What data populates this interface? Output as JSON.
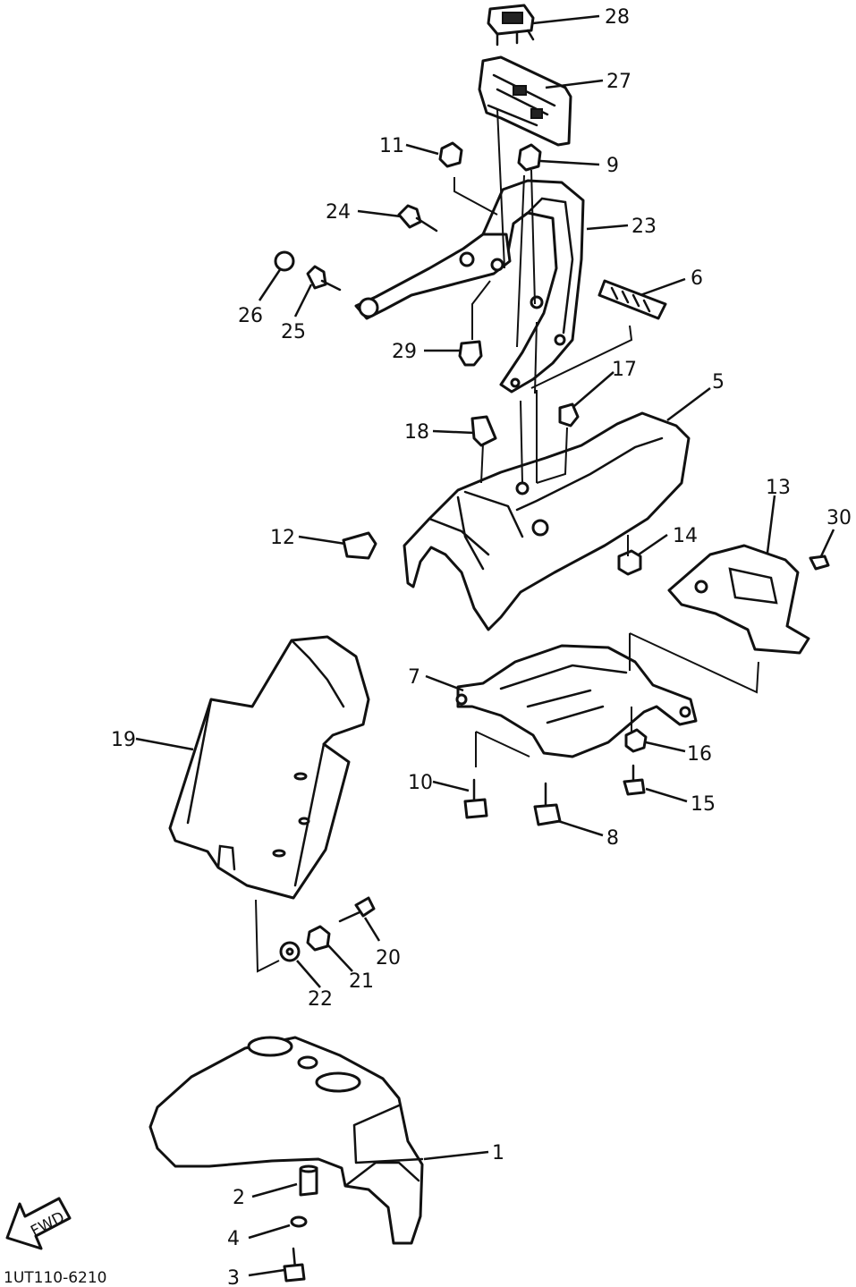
{
  "diagram": {
    "labels": {
      "p1": "1",
      "p2": "2",
      "p3": "3",
      "p4": "4",
      "p5": "5",
      "p6": "6",
      "p7": "7",
      "p8": "8",
      "p9": "9",
      "p10": "10",
      "p11": "11",
      "p12": "12",
      "p13": "13",
      "p14": "14",
      "p15": "15",
      "p16": "16",
      "p17": "17",
      "p18": "18",
      "p19": "19",
      "p20": "20",
      "p21": "21",
      "p22": "22",
      "p23": "23",
      "p24": "24",
      "p25": "25",
      "p26": "26",
      "p27": "27",
      "p28": "28",
      "p29": "29",
      "p30": "30"
    },
    "front_arrow_text": "FWD",
    "drawing_code": "1UT110-6210"
  }
}
